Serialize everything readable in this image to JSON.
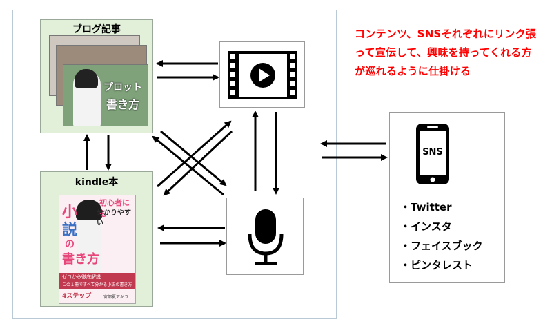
{
  "blog": {
    "title": "ブログ記事",
    "thumb_text_1": "プロット",
    "thumb_text_2": "書き方"
  },
  "kindle": {
    "title": "kindle本",
    "cover": {
      "line1": "初心者にも",
      "line2": "分かりやすい",
      "line3a": "小",
      "line3b": "説",
      "line4": "の",
      "line5": "書き方",
      "band1": "ゼロから徹底解説",
      "band2": "この１冊ですべて分かる小説の書き方",
      "steps": "4ステップ",
      "author": "宮部夏アキラ"
    }
  },
  "note": {
    "text": "コンテンツ、SNSそれぞれにリンク張って宣伝して、興味を持ってくれる方が巡れるように仕掛ける"
  },
  "phone": {
    "label": "SNS"
  },
  "sns_items": [
    "・Twitter",
    "・インスタ",
    "・フェイスブック",
    "・ピンタレスト"
  ],
  "colors": {
    "card_bg": "#e2efd9",
    "note": "#ff0000",
    "cover_pink": "#e8457a",
    "cover_blue": "#3a6fc4"
  }
}
